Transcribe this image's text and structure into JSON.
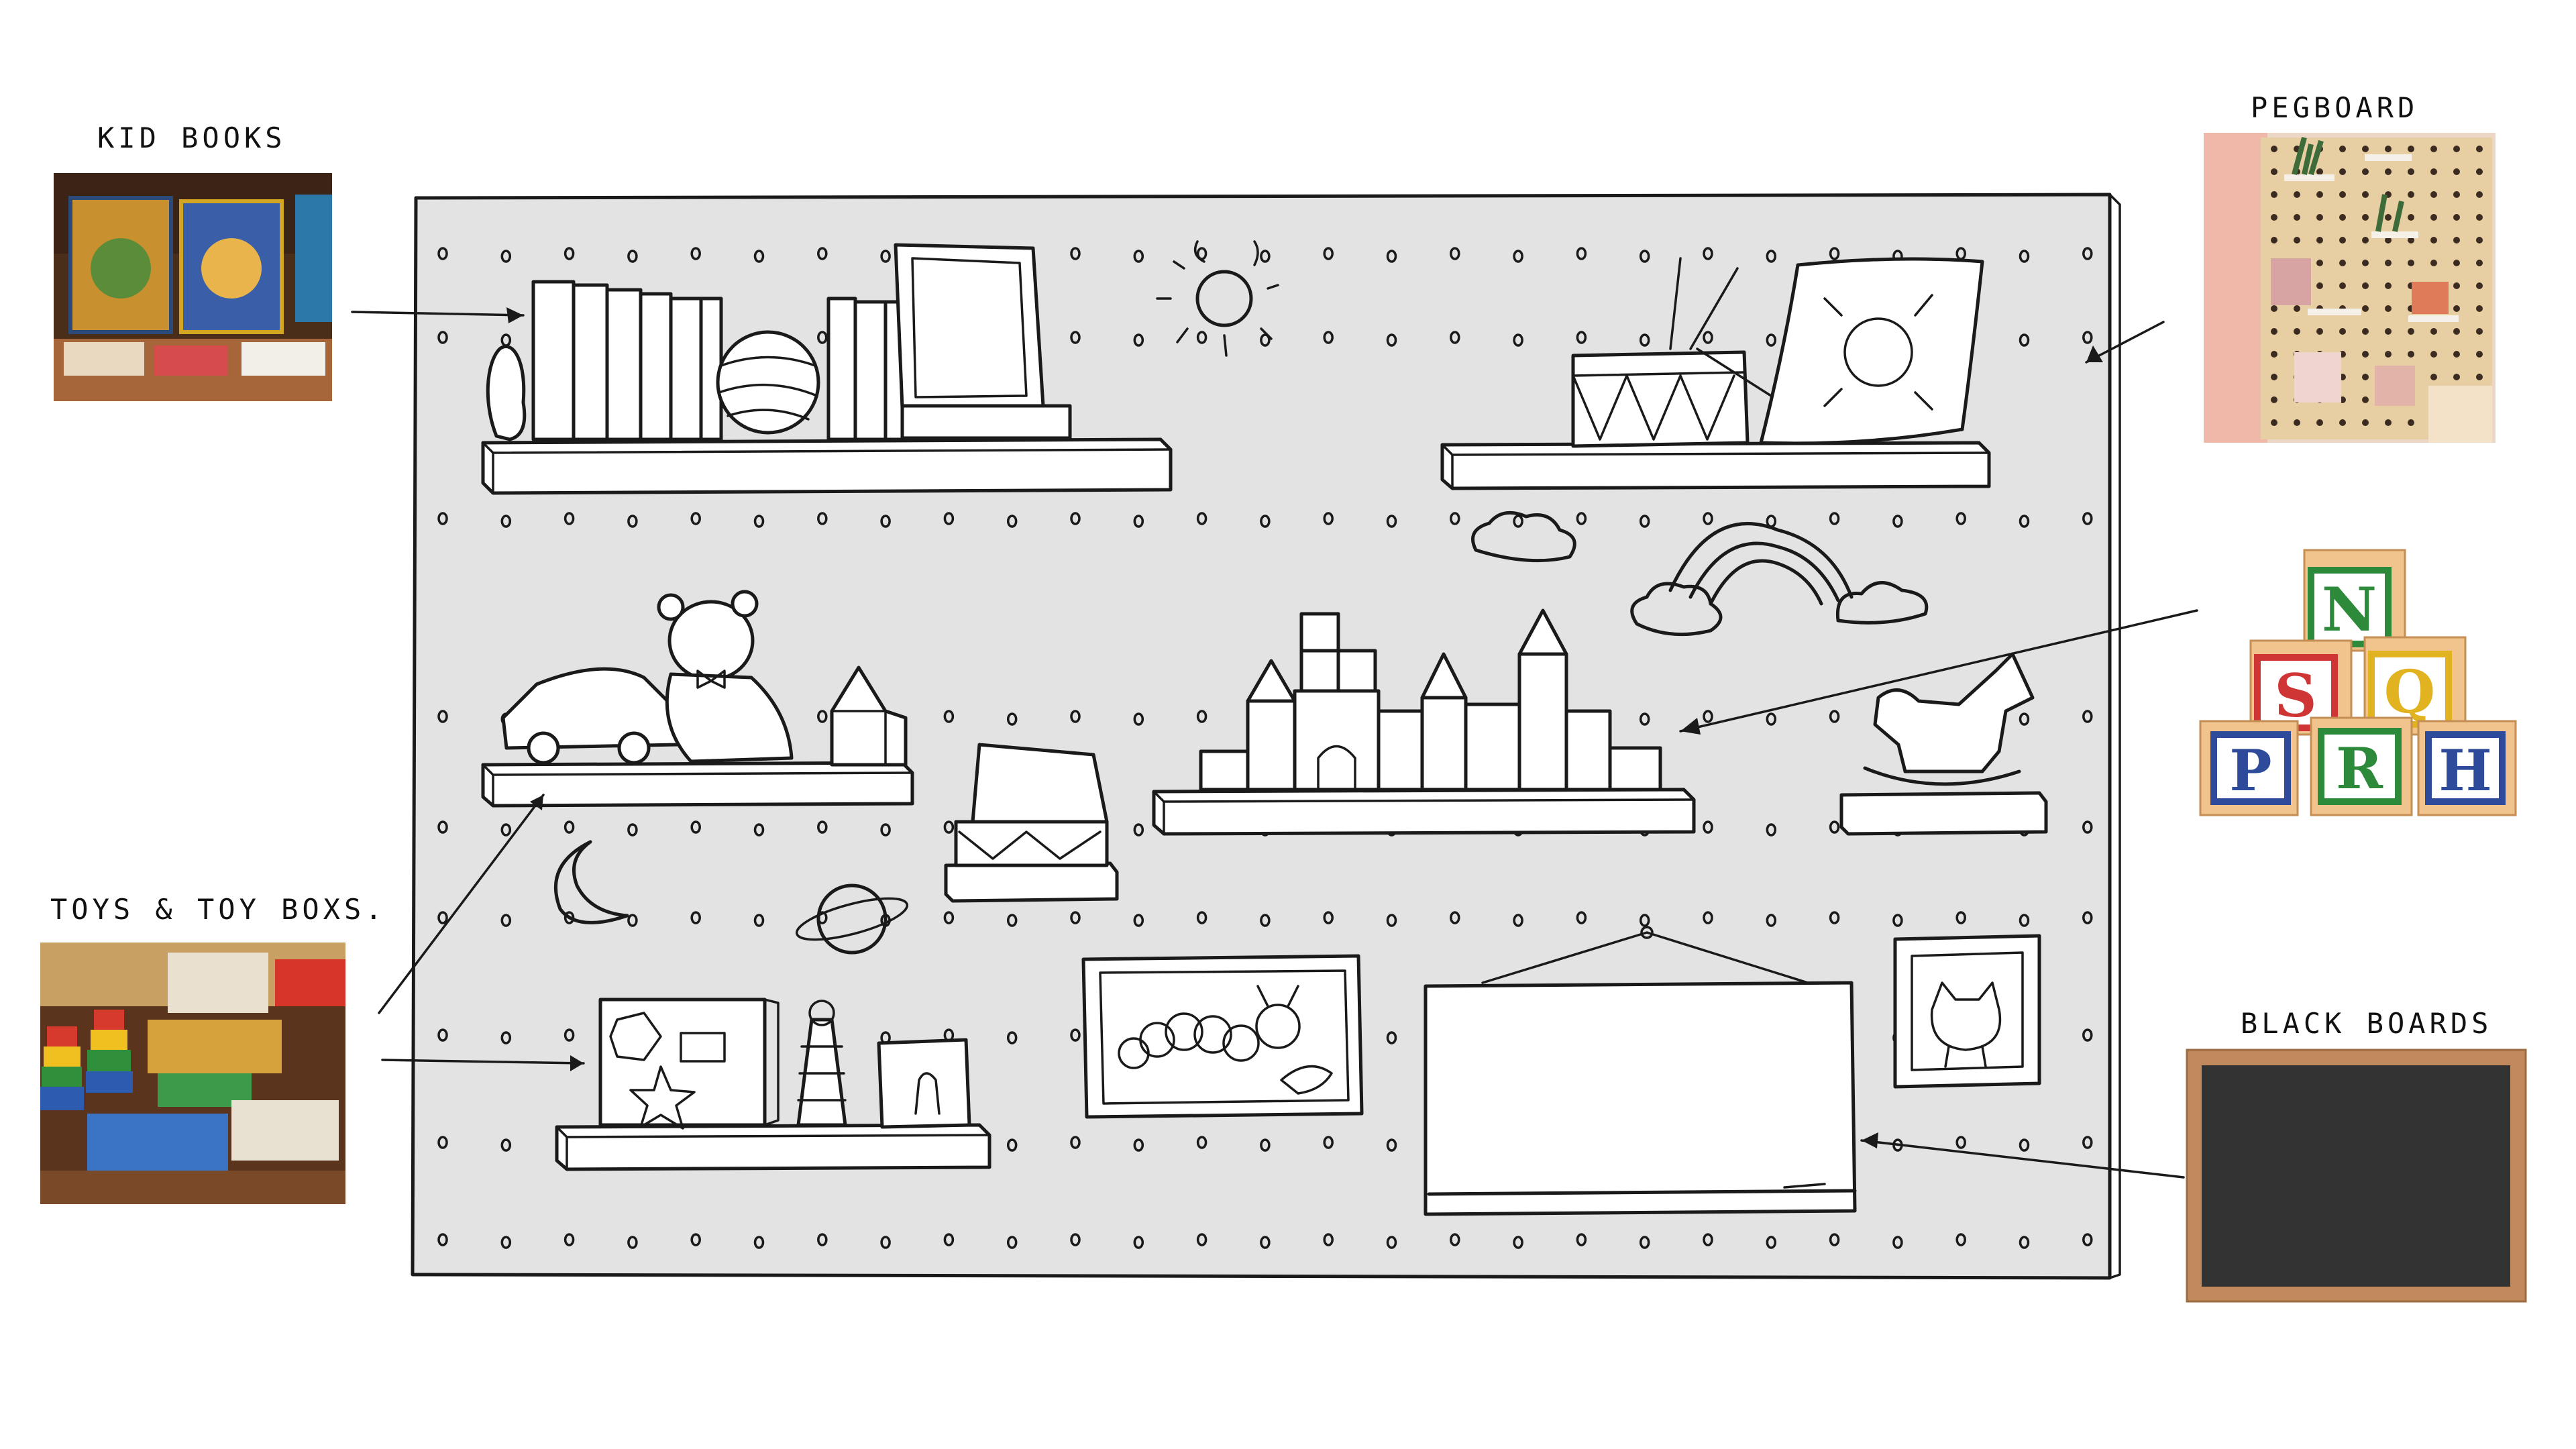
{
  "labels": {
    "kid_books": "KID BOOKS",
    "pegboard": "PEGBOARD",
    "toys_boxes": "TOYS & TOY BOXS.",
    "black_boards": "BLACK BOARDS"
  },
  "photos": {
    "kid_books": "kid-books-photo",
    "pegboard": "pegboard-photo",
    "toys_boxes": "toys-photo",
    "alphabet_blocks": "alphabet-blocks-photo",
    "black_board": "blackboard-photo"
  },
  "blocks": {
    "letters": [
      "N",
      "S",
      "Q",
      "P",
      "R",
      "H"
    ]
  },
  "colors": {
    "board": "#e3e3e3",
    "ink": "#1a1a1a",
    "chalkboard": "#333333",
    "chalkboard_frame": "#c08a5c",
    "wood": "#8b5a2b"
  }
}
